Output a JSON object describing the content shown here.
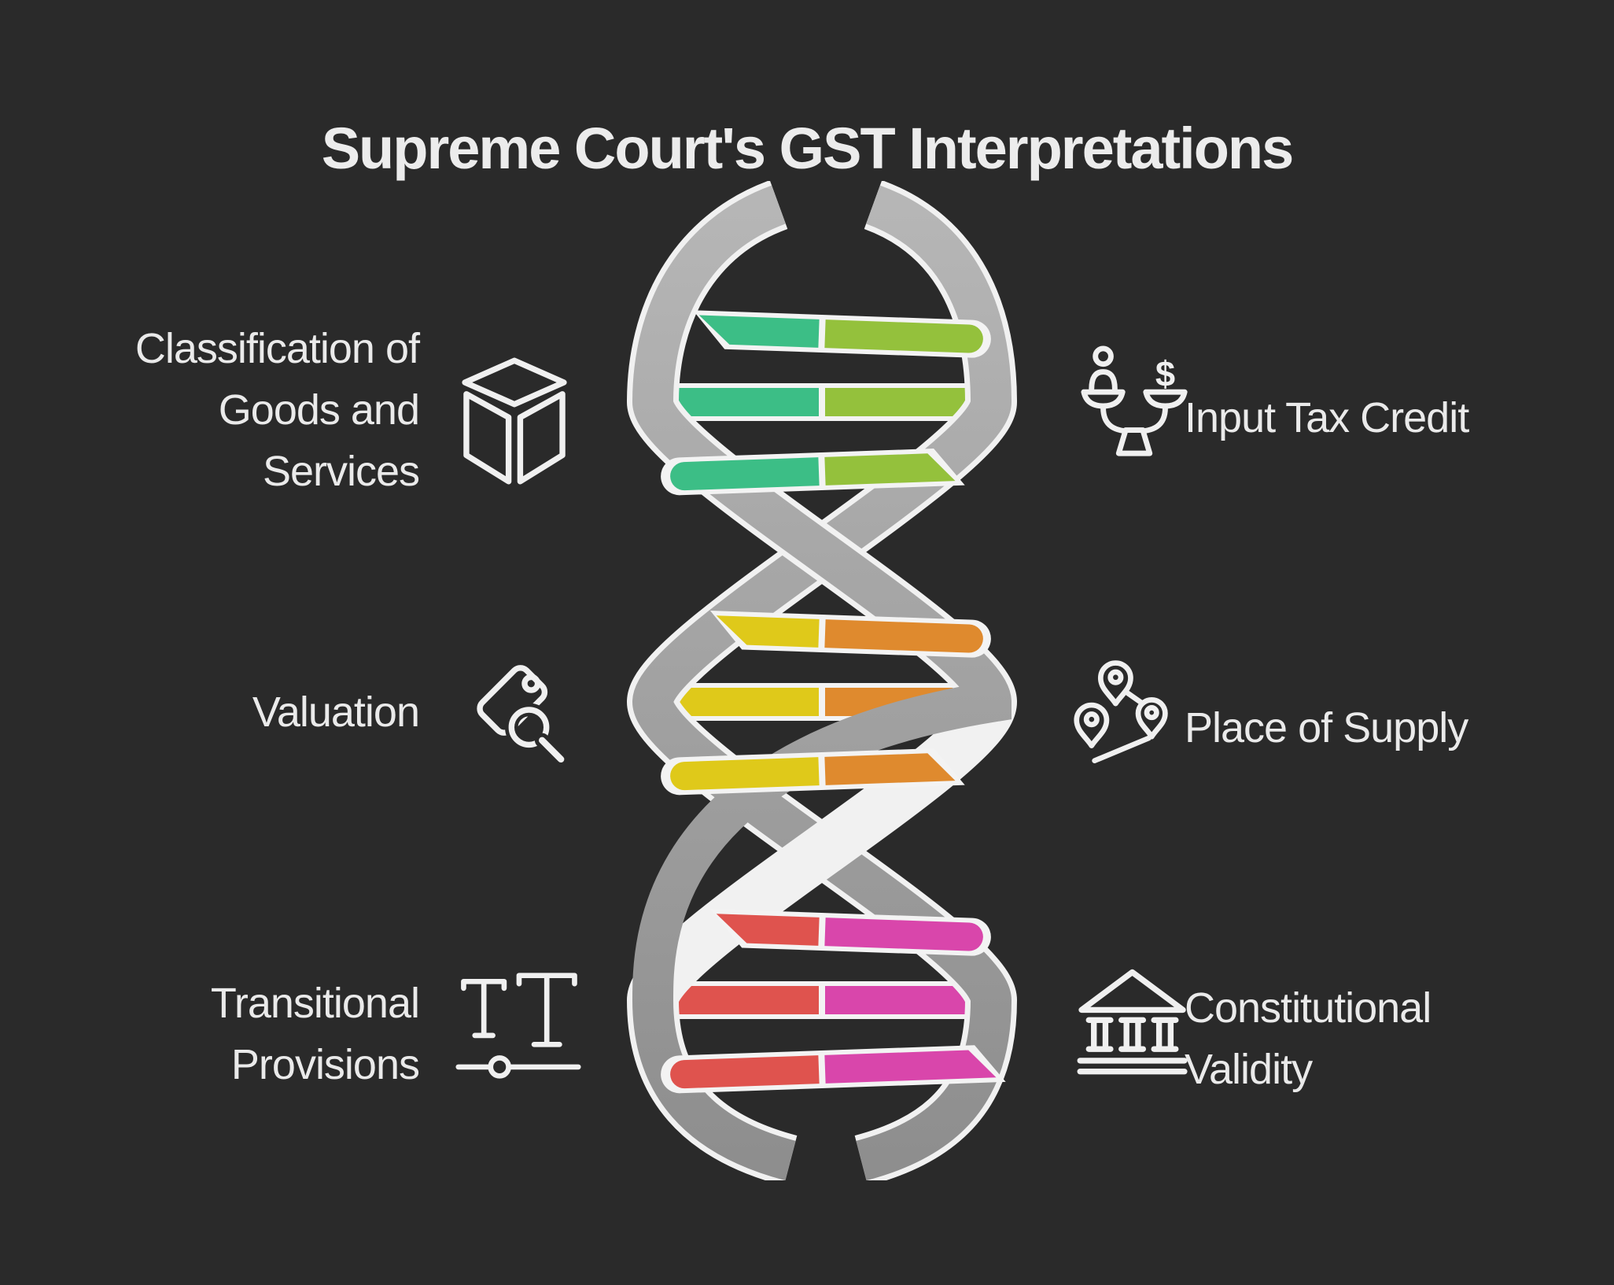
{
  "title": "Supreme Court's GST Interpretations",
  "left_items": [
    {
      "icon": "cube-icon",
      "label_lines": [
        "Classification of",
        "Goods and",
        "Services"
      ]
    },
    {
      "icon": "tag-search-icon",
      "label_lines": [
        "Valuation"
      ]
    },
    {
      "icon": "text-slider-icon",
      "label_lines": [
        "Transitional",
        "Provisions"
      ]
    }
  ],
  "right_items": [
    {
      "icon": "scale-person-dollar-icon",
      "label_lines": [
        "Input Tax Credit"
      ]
    },
    {
      "icon": "map-pins-icon",
      "label_lines": [
        "Place of Supply"
      ]
    },
    {
      "icon": "bank-icon",
      "label_lines": [
        "Constitutional",
        "Validity"
      ]
    }
  ],
  "scale_icon": {
    "dollar_glyph": "$"
  },
  "colors": {
    "background": "#2a2a2a",
    "text": "#eaeaea",
    "icon": "#f0f0f0",
    "strand_light": "#b6b6b6",
    "strand_dark": "#8e8e8e",
    "strand_outline": "#f1f1f1",
    "rung_outline": "#f3f3f3",
    "groups": [
      {
        "left": "#3cbe86",
        "right": "#94c13c"
      },
      {
        "left": "#dfc91a",
        "right": "#df8a2e"
      },
      {
        "left": "#df534e",
        "right": "#d946ab"
      }
    ]
  }
}
